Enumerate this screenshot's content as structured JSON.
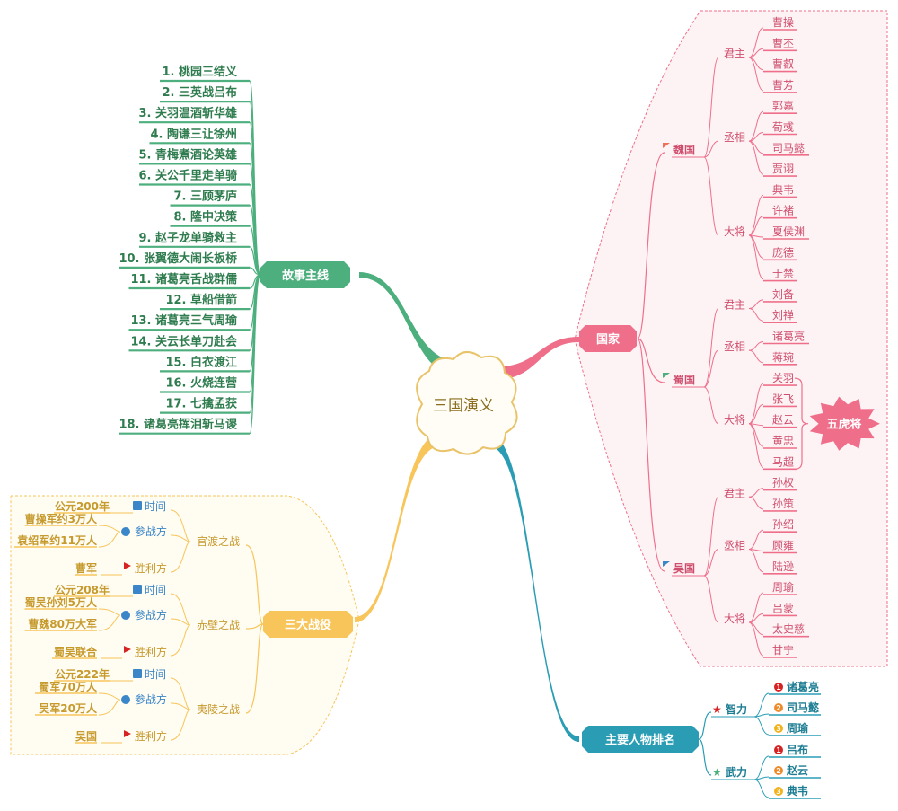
{
  "center": "三国演义",
  "plot": {
    "label": "故事主线",
    "items": [
      "1. 桃园三结义",
      "2. 三英战吕布",
      "3. 关羽温酒斩华雄",
      "4. 陶谦三让徐州",
      "5. 青梅煮酒论英雄",
      "6. 关公千里走单骑",
      "7. 三顾茅庐",
      "8. 隆中决策",
      "9. 赵子龙单骑救主",
      "10. 张翼德大闹长板桥",
      "11. 诸葛亮舌战群儒",
      "12. 草船借箭",
      "13. 诸葛亮三气周瑜",
      "14. 关云长单刀赴会",
      "15. 白衣渡江",
      "16. 火烧连营",
      "17. 七擒孟获",
      "18. 诸葛亮挥泪斩马谡"
    ]
  },
  "battles": {
    "label": "三大战役",
    "list": [
      {
        "name": "官渡之战",
        "time_tag": "时间",
        "time": "公元200年",
        "sides_tag": "参战方",
        "sides": [
          "曹操军约3万人",
          "袁绍军约11万人"
        ],
        "win_tag": "胜利方",
        "winner": "曹军"
      },
      {
        "name": "赤壁之战",
        "time_tag": "时间",
        "time": "公元208年",
        "sides_tag": "参战方",
        "sides": [
          "蜀吴孙刘5万人",
          "曹魏80万大军"
        ],
        "win_tag": "胜利方",
        "winner": "蜀吴联合"
      },
      {
        "name": "夷陵之战",
        "time_tag": "时间",
        "time": "公元222年",
        "sides_tag": "参战方",
        "sides": [
          "蜀军70万人",
          "吴军20万人"
        ],
        "win_tag": "胜利方",
        "winner": "吴国"
      }
    ]
  },
  "states": {
    "label": "国家",
    "list": [
      {
        "name": "魏国",
        "groups": [
          {
            "role": "君主",
            "names": [
              "曹操",
              "曹丕",
              "曹叡",
              "曹芳"
            ]
          },
          {
            "role": "丞相",
            "names": [
              "郭嘉",
              "荀彧",
              "司马懿",
              "贾诩"
            ]
          },
          {
            "role": "大将",
            "names": [
              "典韦",
              "许褚",
              "夏侯渊",
              "庞德",
              "于禁"
            ]
          }
        ]
      },
      {
        "name": "蜀国",
        "groups": [
          {
            "role": "君主",
            "names": [
              "刘备",
              "刘禅"
            ]
          },
          {
            "role": "丞相",
            "names": [
              "诸葛亮",
              "蒋琬"
            ]
          },
          {
            "role": "大将",
            "names": [
              "关羽",
              "张飞",
              "赵云",
              "黄忠",
              "马超"
            ]
          }
        ]
      },
      {
        "name": "吴国",
        "groups": [
          {
            "role": "君主",
            "names": [
              "孙权",
              "孙策"
            ]
          },
          {
            "role": "丞相",
            "names": [
              "孙绍",
              "顾雍",
              "陆逊"
            ]
          },
          {
            "role": "大将",
            "names": [
              "周瑜",
              "吕蒙",
              "太史慈",
              "甘宁"
            ]
          }
        ]
      }
    ],
    "tiger_label": "五虎将"
  },
  "ranking": {
    "label": "主要人物排名",
    "groups": [
      {
        "name": "智力",
        "names": [
          "诸葛亮",
          "司马懿",
          "周瑜"
        ]
      },
      {
        "name": "武力",
        "names": [
          "吕布",
          "赵云",
          "典韦"
        ]
      }
    ],
    "rank_marks": [
      "1",
      "2",
      "3"
    ]
  },
  "colors": {
    "plot": "#4caf7d",
    "plot_text": "#2f7d4f",
    "battles": "#f7c55a",
    "battles_text": "#c79a2e",
    "battles_tag": "#3a86c8",
    "states": "#ef6f8a",
    "states_text": "#d04e6d",
    "ranking": "#2a9db5",
    "ranking_text": "#1d7d93",
    "rank1": "#d62424",
    "rank2": "#ef8a2a",
    "rank3": "#f2b21c",
    "center_border": "#e9c36a",
    "center_text": "#8a6d1f"
  }
}
